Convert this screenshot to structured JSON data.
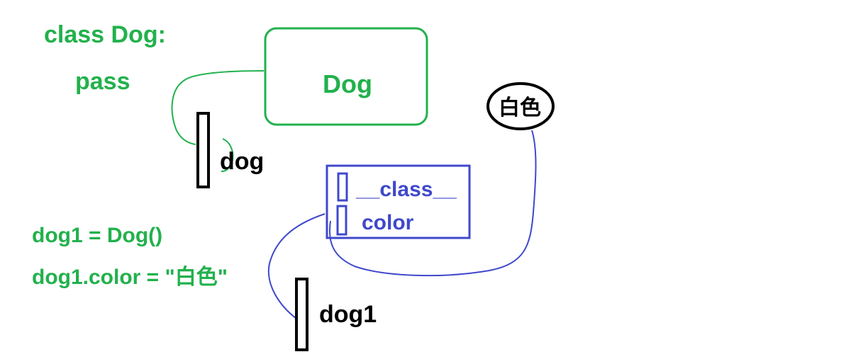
{
  "code": {
    "class_def": "class Dog:",
    "pass_stmt": "pass",
    "instantiate": "dog1 = Dog()",
    "assign_color": "dog1.color = \"白色\""
  },
  "class_box": {
    "label": "Dog"
  },
  "variables": {
    "dog": "dog",
    "dog1": "dog1"
  },
  "instance_box": {
    "attr_class": "__class__",
    "attr_color": "color"
  },
  "value_node": {
    "label": "白色"
  },
  "colors": {
    "green": "#22B14C",
    "blue": "#3F48CC",
    "black": "#000000"
  }
}
